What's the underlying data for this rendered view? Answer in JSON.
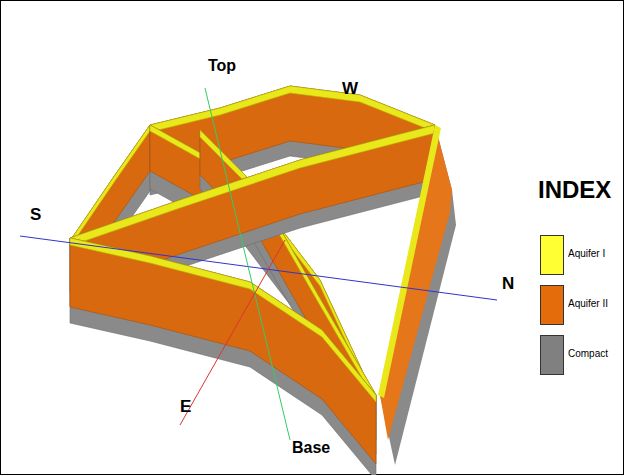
{
  "diagram": {
    "labels": [
      "Top",
      "W",
      "S",
      "INDEX",
      "N",
      "E",
      "Base"
    ],
    "legend": [
      {
        "text": "Aquifer I",
        "color": "#ffff33"
      },
      {
        "text": "Aquifer II",
        "color": "#e46c0a"
      },
      {
        "text": "Compact",
        "color": "#808080"
      }
    ]
  }
}
